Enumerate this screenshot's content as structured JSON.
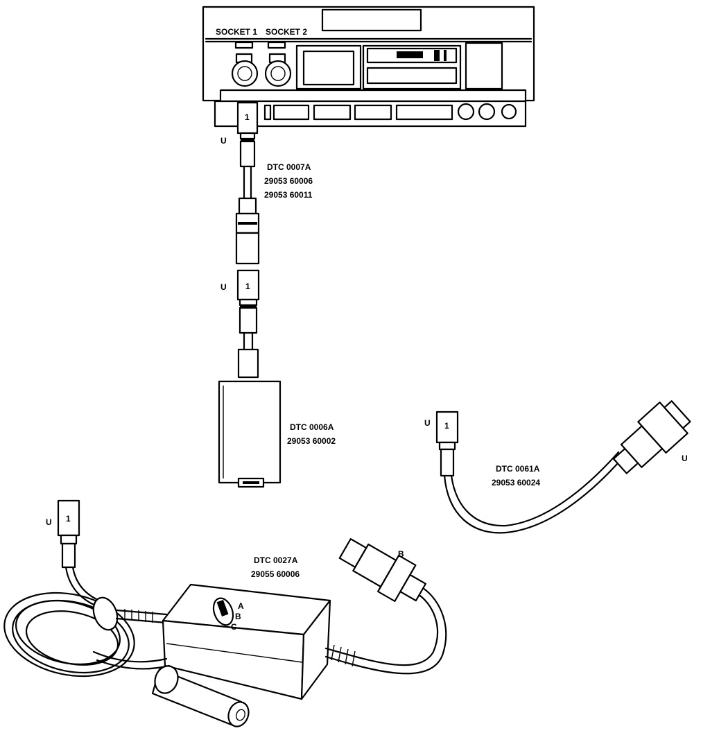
{
  "device": {
    "socket1_label": "SOCKET 1",
    "socket2_label": "SOCKET 2"
  },
  "connectors": {
    "tag_u": "U",
    "tag_b": "B",
    "pin_1": "1"
  },
  "cables": {
    "dtc0007a": {
      "name": "DTC 0007A",
      "part1": "29053 60006",
      "part2": "29053 60011"
    },
    "dtc0006a": {
      "name": "DTC 0006A",
      "part1": "29053 60002"
    },
    "dtc0061a": {
      "name": "DTC 0061A",
      "part1": "29053 60024"
    },
    "dtc0027a": {
      "name": "DTC 0027A",
      "part1": "29055 60006"
    }
  },
  "switch": {
    "pos_a": "A",
    "pos_b": "B",
    "pos_c": "C"
  }
}
